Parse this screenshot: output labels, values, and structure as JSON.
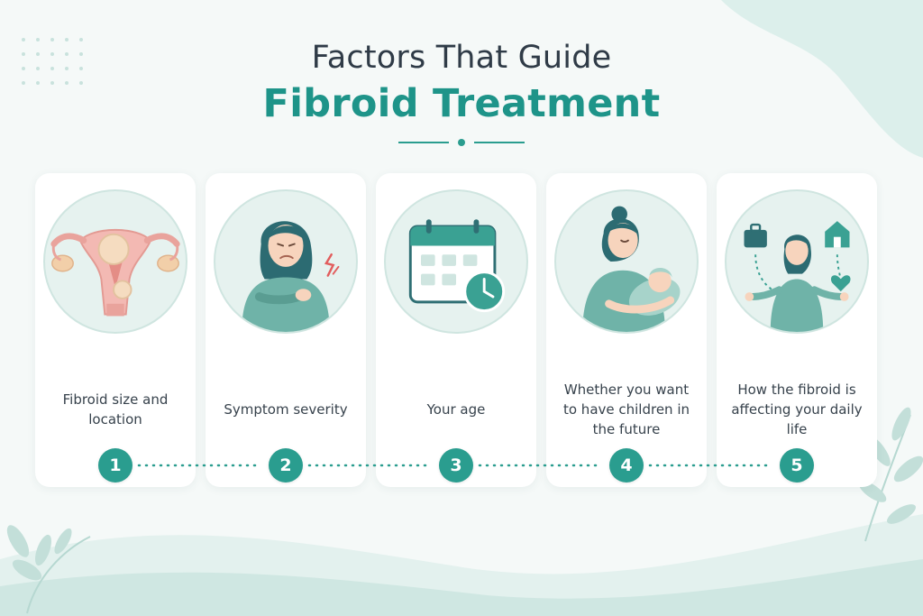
{
  "title": {
    "line1": "Factors That Guide",
    "line2": "Fibroid Treatment"
  },
  "colors": {
    "accent": "#2a9d8f",
    "title_dark": "#2f3b47",
    "title_teal": "#1e9489",
    "card_bg": "#ffffff",
    "circle_bg": "#e6f2ef",
    "wave": "#cfe7e2"
  },
  "factors": [
    {
      "number": "1",
      "label": "Fibroid size and location",
      "icon": "uterus-icon"
    },
    {
      "number": "2",
      "label": "Symptom severity",
      "icon": "woman-in-pain-icon"
    },
    {
      "number": "3",
      "label": "Your age",
      "icon": "calendar-clock-icon"
    },
    {
      "number": "4",
      "label": "Whether you want to have children in the future",
      "icon": "mother-baby-icon"
    },
    {
      "number": "5",
      "label": "How the fibroid is affecting your daily life",
      "icon": "work-life-balance-icon"
    }
  ]
}
